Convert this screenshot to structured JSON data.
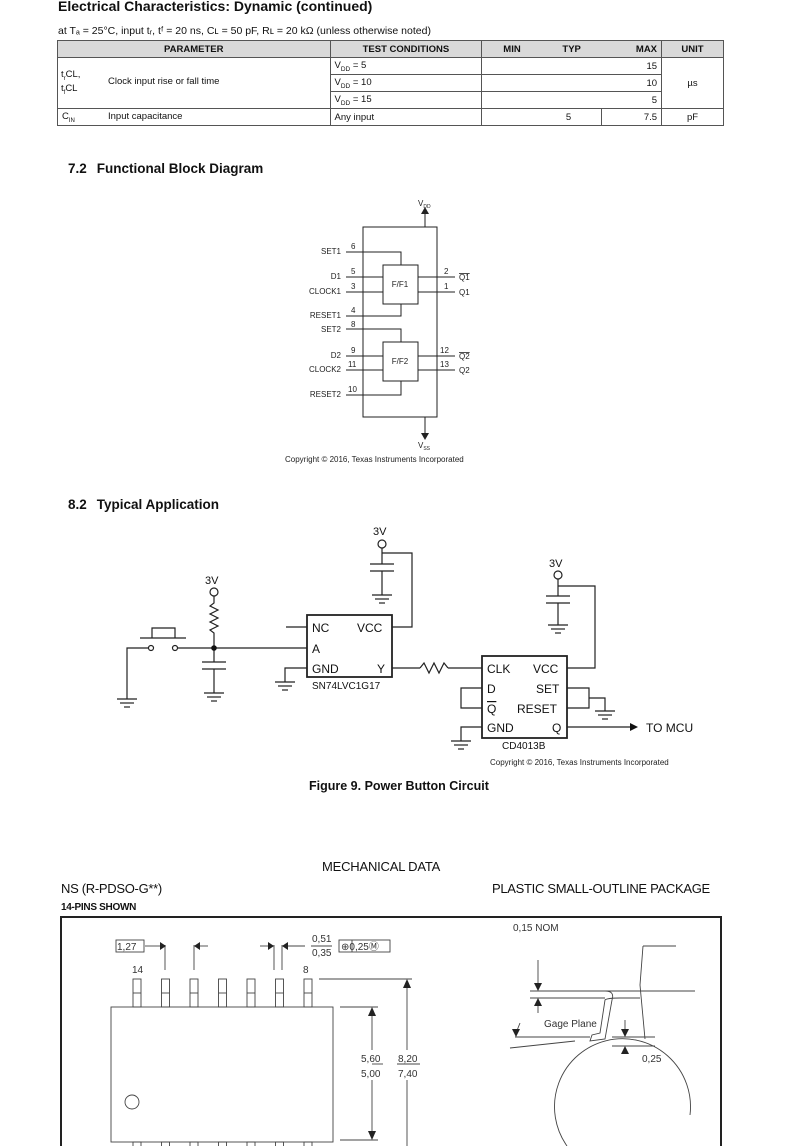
{
  "table_section": {
    "title": "Electrical Characteristics: Dynamic (continued)",
    "conditions": "at Tₐ = 25°C, input tᵣ, tᶠ = 20 ns, Cʟ = 50 pF, Rʟ = 20 kΩ (unless otherwise noted)",
    "headers": [
      "PARAMETER",
      "TEST CONDITIONS",
      "MIN",
      "TYP",
      "MAX",
      "UNIT"
    ],
    "rows": [
      {
        "symbol": "tᵣCL, tᶠCL",
        "parameter": "Clock input rise or fall time",
        "condition": "V_DD = 5",
        "min": "",
        "typ": "",
        "max": "15",
        "unit": "µs"
      },
      {
        "symbol": "",
        "parameter": "",
        "condition": "V_DD = 10",
        "min": "",
        "typ": "",
        "max": "10",
        "unit": ""
      },
      {
        "symbol": "",
        "parameter": "",
        "condition": "V_DD = 15",
        "min": "",
        "typ": "",
        "max": "5",
        "unit": ""
      },
      {
        "symbol": "C_IN",
        "parameter": "Input capacitance",
        "condition": "Any input",
        "min": "",
        "typ": "5",
        "max": "7.5",
        "unit": "pF"
      }
    ],
    "cond_prefix": "V",
    "cond_sub": "DD",
    "cond_values": [
      " = 5",
      " = 10",
      " = 15"
    ],
    "any_input": "Any input",
    "sym_t1": "t",
    "sym_r": "r",
    "sym_f": "f",
    "sym_cl": "CL,",
    "sym_cl2": "CL",
    "sym_c": "C",
    "sym_in": "IN"
  },
  "block_diagram": {
    "number": "7.2",
    "title": "Functional Block Diagram",
    "vdd": "V",
    "vdd_sub": "DD",
    "vss": "V",
    "vss_sub": "SS",
    "ff1": "F/F1",
    "ff2": "F/F2",
    "pins_left": [
      {
        "name": "SET1",
        "num": "6"
      },
      {
        "name": "D1",
        "num": "5"
      },
      {
        "name": "CLOCK1",
        "num": "3"
      },
      {
        "name": "RESET1",
        "num": "4"
      },
      {
        "name": "SET2",
        "num": "8"
      },
      {
        "name": "D2",
        "num": "9"
      },
      {
        "name": "CLOCK2",
        "num": "11"
      },
      {
        "name": "RESET2",
        "num": "10"
      }
    ],
    "pins_right": [
      {
        "name": "Q1",
        "num": "2",
        "inverted": true
      },
      {
        "name": "Q1",
        "num": "1",
        "inverted": false
      },
      {
        "name": "Q2",
        "num": "12",
        "inverted": true
      },
      {
        "name": "Q2",
        "num": "13",
        "inverted": false
      }
    ],
    "copyright": "Copyright © 2016, Texas Instruments Incorporated"
  },
  "typical_application": {
    "number": "8.2",
    "title": "Typical Application",
    "supply_label": "3V",
    "ic1": {
      "name": "SN74LVC1G17",
      "pins": [
        "NC",
        "VCC",
        "A",
        "GND",
        "Y"
      ]
    },
    "ic2": {
      "name": "CD4013B",
      "pins": [
        "CLK",
        "VCC",
        "D",
        "SET",
        "Q",
        "RESET",
        "GND",
        "Q"
      ]
    },
    "output_label": "TO MCU",
    "copyright": "Copyright © 2016, Texas Instruments Incorporated",
    "figure_caption": "Figure 9.  Power Button Circuit"
  },
  "mechanical": {
    "title": "MECHANICAL DATA",
    "package_code": "NS (R-PDSO-G**)",
    "package_name": "PLASTIC SMALL-OUTLINE PACKAGE",
    "pins_shown": "14-PINS SHOWN",
    "pitch": "1,27",
    "lead_width_max": "0,51",
    "lead_width_min": "0,35",
    "tolerance": "⊕0,25Ⓜ",
    "pin_first_top": "14",
    "pin_last_top": "8",
    "body_width_max": "5,60",
    "body_width_min": "5,00",
    "total_width_max": "8,20",
    "total_width_min": "7,40",
    "lead_thickness": "0,15 NOM",
    "gage_plane": "Gage Plane",
    "gage_dim": "0,25"
  }
}
